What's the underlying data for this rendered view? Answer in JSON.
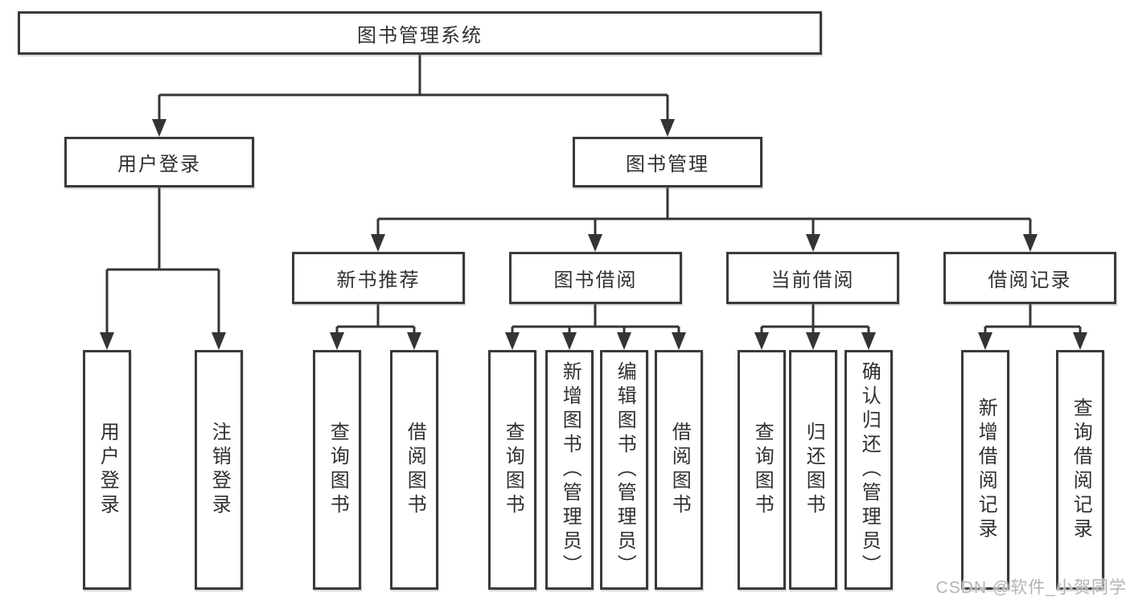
{
  "diagram": {
    "nodes": {
      "root": {
        "label": "图书管理系统"
      },
      "user_login": {
        "label": "用户登录",
        "children": [
          {
            "label": "用户登录"
          },
          {
            "label": "注销登录"
          }
        ]
      },
      "book_mgmt": {
        "label": "图书管理",
        "children": [
          {
            "label": "新书推荐",
            "children": [
              {
                "label": "查询图书"
              },
              {
                "label": "借阅图书"
              }
            ]
          },
          {
            "label": "图书借阅",
            "children": [
              {
                "label": "查询图书"
              },
              {
                "label": "新增图书（管理员）"
              },
              {
                "label": "编辑图书（管理员）"
              },
              {
                "label": "借阅图书"
              }
            ]
          },
          {
            "label": "当前借阅",
            "children": [
              {
                "label": "查询图书"
              },
              {
                "label": "归还图书"
              },
              {
                "label": "确认归还（管理员）"
              }
            ]
          },
          {
            "label": "借阅记录",
            "children": [
              {
                "label": "新增借阅记录"
              },
              {
                "label": "查询借阅记录"
              }
            ]
          }
        ]
      }
    },
    "colors": {
      "line": "#343434",
      "box_border": "#3a3a3a",
      "text": "#303030",
      "background": "#ffffff",
      "watermark": "#b7b2b2"
    }
  },
  "watermark": {
    "text": "CSDN @软件_小贺同学"
  }
}
